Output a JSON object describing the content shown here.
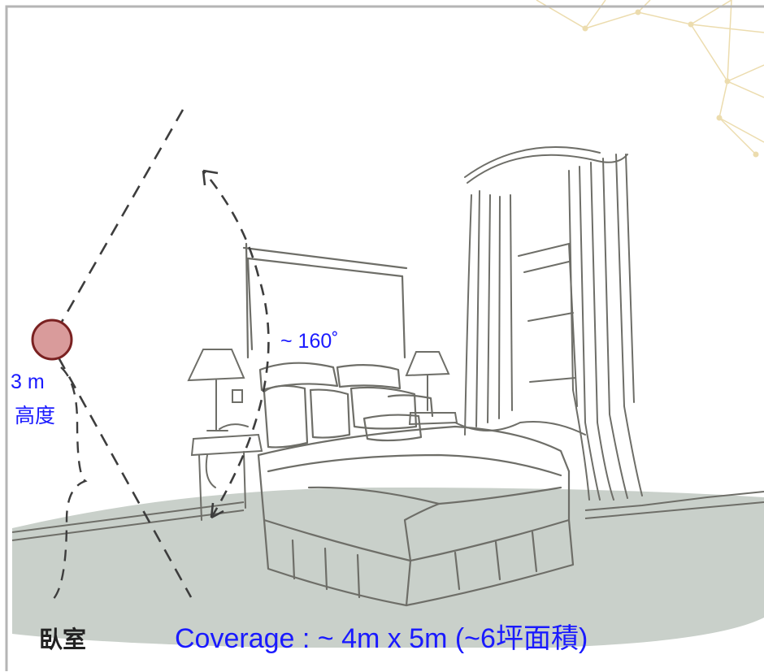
{
  "colors": {
    "label_blue": "#1a1aff",
    "sketch_gray": "#6e6e68",
    "floor_gray": "#c9d0ca",
    "border_gray": "#b5b5b5",
    "sensor_fill": "#d99b9b",
    "sensor_stroke": "#7a2121",
    "network_gold": "#ecdcae",
    "room_label_color": "#222222"
  },
  "labels": {
    "angle": "~ 160˚",
    "height_value": "3 m",
    "height_caption": "高度",
    "room": "臥室",
    "coverage": "Coverage : ~ 4m x 5m (~6坪面積)"
  },
  "icons": {
    "sensor": "sensor-dot-icon",
    "fov_arrow": "curved-arrow-icon",
    "height_brace": "curly-brace-icon"
  }
}
